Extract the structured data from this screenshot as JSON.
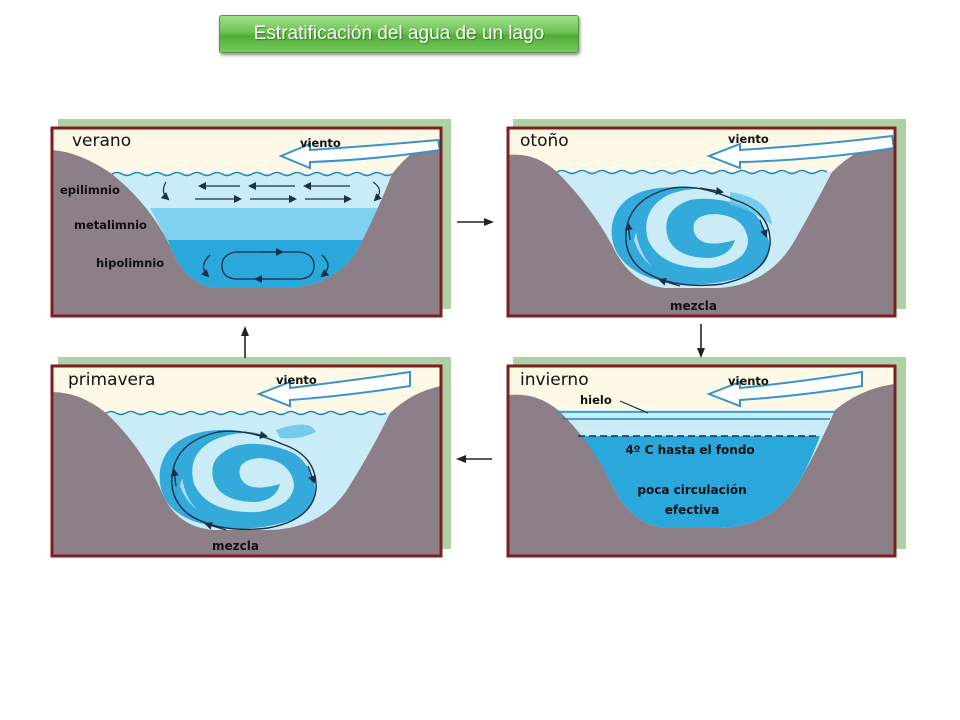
{
  "title": "Estratificación del agua de un lago",
  "colors": {
    "sky": "#fdf9e6",
    "rock": "#8c7f88",
    "frame": "#7e1f1f",
    "shadow": "#aed1a4",
    "water_light": "#c9ecf6",
    "water_mid": "#7fd2ef",
    "water_deep": "#2aa8dc",
    "swirl": "#1a9fd6"
  },
  "panels": {
    "summer": {
      "season": "verano",
      "wind": "viento",
      "epilimnion": "epilimnio",
      "metalimnion": "metalimnio",
      "hypolimnion": "hipolimnio"
    },
    "autumn": {
      "season": "otoño",
      "wind": "viento",
      "mix": "mezcla"
    },
    "spring": {
      "season": "primavera",
      "wind": "viento",
      "mix": "mezcla"
    },
    "winter": {
      "season": "invierno",
      "wind": "viento",
      "ice": "hielo",
      "temp": "4º C hasta el fondo",
      "circ_line1": "poca circulación",
      "circ_line2": "efectiva"
    }
  }
}
